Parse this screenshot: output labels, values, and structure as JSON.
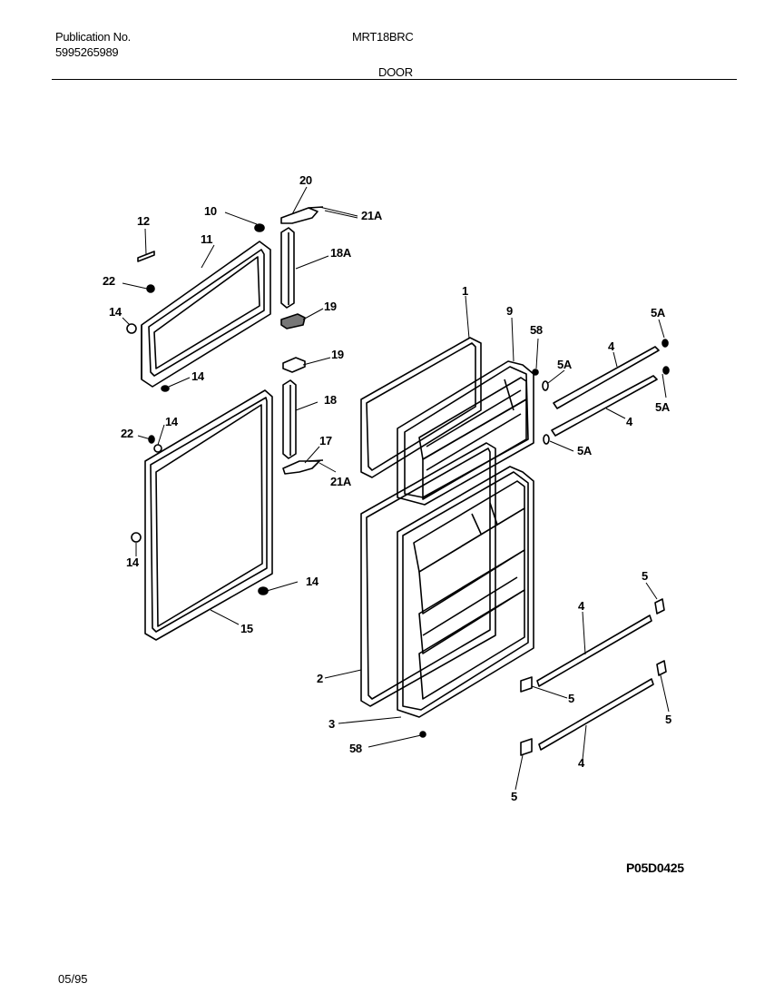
{
  "header": {
    "publication_label": "Publication No.",
    "publication_number": "5995265989",
    "model": "MRT18BRC",
    "section": "DOOR"
  },
  "footer": {
    "figure_code": "P05D0425",
    "date": "05/95"
  },
  "callouts": {
    "c12": "12",
    "c10": "10",
    "c11": "11",
    "c20": "20",
    "c21a_top": "21A",
    "c18a": "18A",
    "c22_top": "22",
    "c14_a": "14",
    "c19_a": "19",
    "c19_b": "19",
    "c14_b": "14",
    "c18": "18",
    "c22_b": "22",
    "c14_c": "14",
    "c17": "17",
    "c21a_b": "21A",
    "c14_d": "14",
    "c14_e": "14",
    "c15": "15",
    "c1": "1",
    "c9": "9",
    "c58_top": "58",
    "c5a_a": "5A",
    "c4_a": "4",
    "c5a_b": "5A",
    "c5a_c": "5A",
    "c4_b": "4",
    "c5a_d": "5A",
    "c5_a": "5",
    "c4_c": "4",
    "c2": "2",
    "c5_b": "5",
    "c3": "3",
    "c5_c": "5",
    "c58_b": "58",
    "c4_d": "4",
    "c5_d": "5"
  }
}
